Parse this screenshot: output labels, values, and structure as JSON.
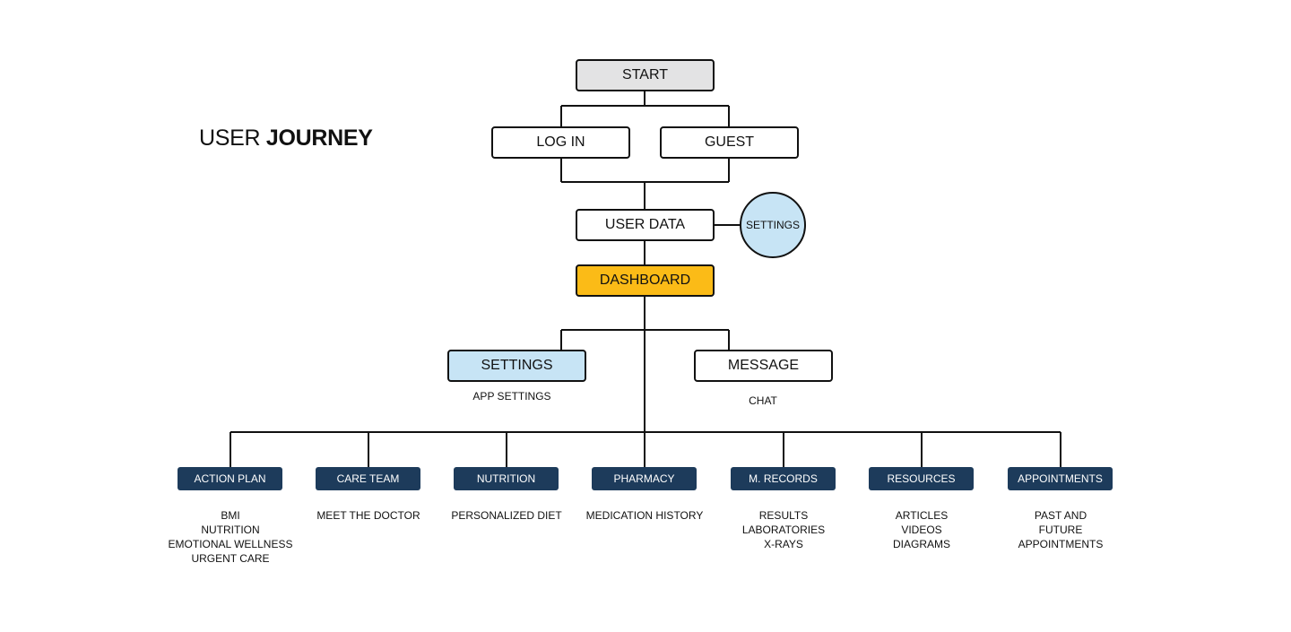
{
  "title": {
    "prefix": "USER",
    "emphasis": "JOURNEY"
  },
  "nodes": {
    "start": "START",
    "login": "LOG IN",
    "guest": "GUEST",
    "user_data": "USER DATA",
    "settings_circle": "SETTINGS",
    "dashboard": "DASHBOARD",
    "settings": "SETTINGS",
    "message": "MESSAGE"
  },
  "captions": {
    "settings": "APP SETTINGS",
    "message": "CHAT"
  },
  "sections": [
    {
      "label": "ACTION PLAN",
      "items": [
        "BMI",
        "NUTRITION",
        "EMOTIONAL WELLNESS",
        "URGENT CARE"
      ]
    },
    {
      "label": "CARE TEAM",
      "items": [
        "MEET THE DOCTOR"
      ]
    },
    {
      "label": "NUTRITION",
      "items": [
        "PERSONALIZED DIET"
      ]
    },
    {
      "label": "PHARMACY",
      "items": [
        "MEDICATION HISTORY"
      ]
    },
    {
      "label": "M. RECORDS",
      "items": [
        "RESULTS",
        "LABORATORIES",
        "X-RAYS"
      ]
    },
    {
      "label": "RESOURCES",
      "items": [
        "ARTICLES",
        "VIDEOS",
        "DIAGRAMS"
      ]
    },
    {
      "label": "APPOINTMENTS",
      "items": [
        "PAST AND",
        "FUTURE",
        "APPOINTMENTS"
      ]
    }
  ],
  "colors": {
    "start_fill": "#e3e3e4",
    "dashboard_fill": "#fbbb17",
    "settings_fill": "#c7e4f5",
    "section_fill": "#1d3b5b",
    "line": "#111111"
  }
}
